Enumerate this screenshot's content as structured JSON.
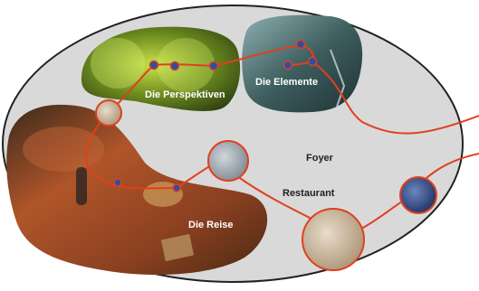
{
  "labels": {
    "perspektiven": "Die Perspektiven",
    "elemente": "Die Elemente",
    "reise": "Die Reise",
    "foyer": "Foyer",
    "restaurant": "Restaurant"
  },
  "colors": {
    "ellipse_fill": "#d9d9d9",
    "ellipse_stroke": "#222222",
    "path_line": "#e0401e",
    "node_fill": "#2b4fa8",
    "node_ring": "#e0401e",
    "reise_photo": "#8a4a2a",
    "perspektiven_photo": "#7a9a2a",
    "elemente_photo": "#3c5a5a"
  },
  "icons": {
    "viewpoint_node": "blue-dot-icon",
    "thumbnail": "round-photo-icon"
  }
}
